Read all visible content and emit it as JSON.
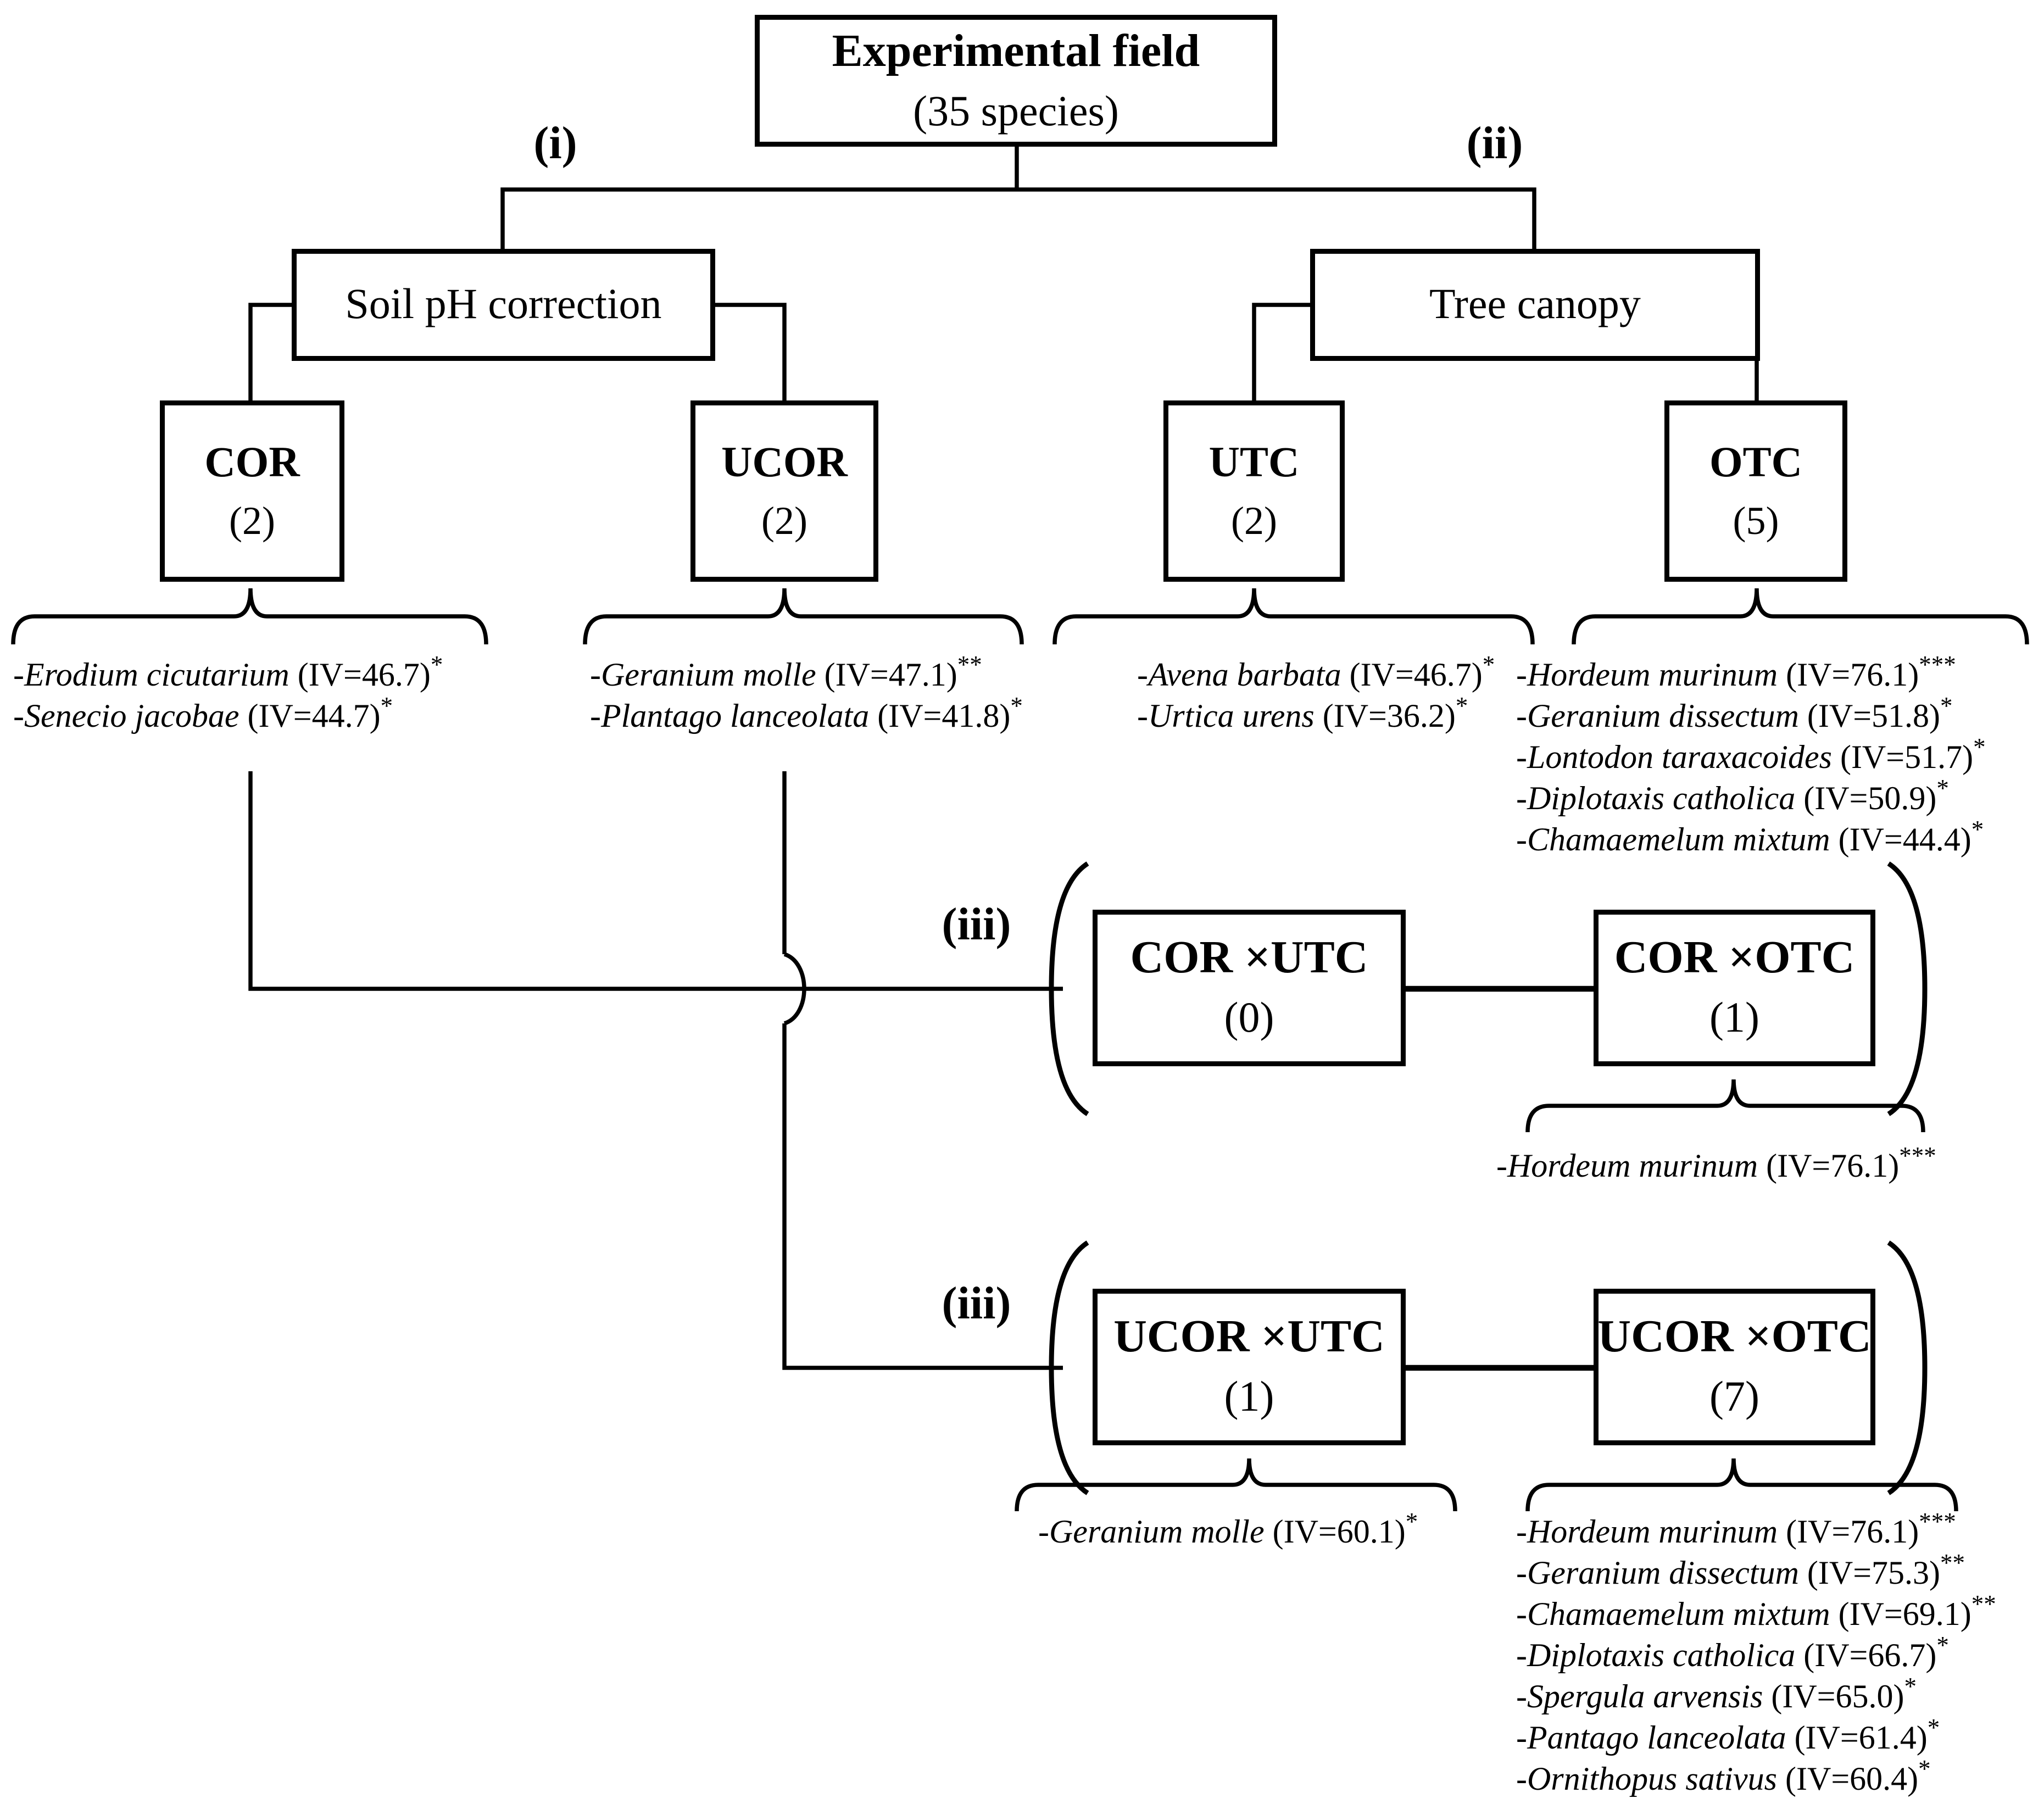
{
  "colors": {
    "ink": "#000000",
    "background": "#ffffff"
  },
  "figure": {
    "title_box": {
      "line1": "Experimental field",
      "line2": "(35 species)"
    },
    "labels": {
      "branch_i": "(i)",
      "branch_ii": "(ii)",
      "interaction_row1": "(iii)",
      "interaction_row2": "(iii)"
    },
    "factors": {
      "soil": "Soil pH correction",
      "canopy": "Tree canopy"
    },
    "treatments": [
      {
        "code": "COR",
        "count": "(2)",
        "species": [
          {
            "name": "-Erodium cicutarium",
            "iv": " (IV=46.7)",
            "sig": "*"
          },
          {
            "name": "-Senecio jacobae",
            "iv": " (IV=44.7)",
            "sig": "*"
          }
        ]
      },
      {
        "code": "UCOR",
        "count": "(2)",
        "species": [
          {
            "name": "-Geranium molle",
            "iv": " (IV=47.1)",
            "sig": "**"
          },
          {
            "name": "-Plantago lanceolata",
            "iv": " (IV=41.8)",
            "sig": "*"
          }
        ]
      },
      {
        "code": "UTC",
        "count": "(2)",
        "species": [
          {
            "name": "-Avena barbata",
            "iv": " (IV=46.7)",
            "sig": "*"
          },
          {
            "name": "-Urtica urens",
            "iv": " (IV=36.2)",
            "sig": "*"
          }
        ]
      },
      {
        "code": "OTC",
        "count": "(5)",
        "species": [
          {
            "name": "-Hordeum murinum",
            "iv": " (IV=76.1)",
            "sig": "***"
          },
          {
            "name": "-Geranium dissectum",
            "iv": " (IV=51.8)",
            "sig": "*"
          },
          {
            "name": "-Lontodon taraxacoides",
            "iv": " (IV=51.7)",
            "sig": "*"
          },
          {
            "name": "-Diplotaxis catholica",
            "iv": " (IV=50.9)",
            "sig": "*"
          },
          {
            "name": "-Chamaemelum mixtum",
            "iv": " (IV=44.4)",
            "sig": "*"
          }
        ]
      }
    ],
    "interactions": [
      {
        "code": "COR ×UTC",
        "count": "(0)",
        "species": []
      },
      {
        "code": "COR ×OTC",
        "count": "(1)",
        "species": [
          {
            "name": "-Hordeum murinum",
            "iv": " (IV=76.1)",
            "sig": "***"
          }
        ]
      },
      {
        "code": "UCOR ×UTC",
        "count": "(1)",
        "species": [
          {
            "name": "-Geranium molle",
            "iv": " (IV=60.1)",
            "sig": "*"
          }
        ]
      },
      {
        "code": "UCOR ×OTC",
        "count": "(7)",
        "species": [
          {
            "name": "-Hordeum murinum",
            "iv": " (IV=76.1)",
            "sig": "***"
          },
          {
            "name": "-Geranium dissectum",
            "iv": " (IV=75.3)",
            "sig": "**"
          },
          {
            "name": "-Chamaemelum mixtum",
            "iv": " (IV=69.1)",
            "sig": "**"
          },
          {
            "name": "-Diplotaxis catholica",
            "iv": " (IV=66.7)",
            "sig": "*"
          },
          {
            "name": "-Spergula arvensis",
            "iv": " (IV=65.0)",
            "sig": "*"
          },
          {
            "name": "-Pantago lanceolata",
            "iv": " (IV=61.4)",
            "sig": "*"
          },
          {
            "name": "-Ornithopus sativus",
            "iv": " (IV=60.4)",
            "sig": "*"
          }
        ]
      }
    ]
  }
}
